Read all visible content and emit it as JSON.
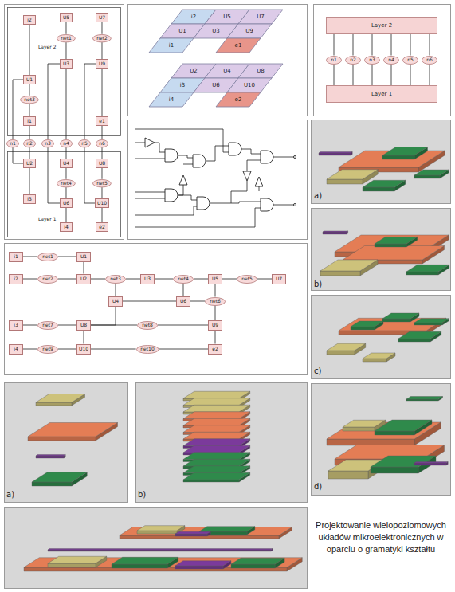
{
  "diagram": {
    "caption": "Projektowanie wielopoziomowych układów mikroelektronicznych w oparciu o gramatyki kształtu",
    "nodes": [
      {
        "text": [
          "i2"
        ]
      },
      {
        "text": [
          "U5"
        ]
      },
      {
        "text": [
          "U7"
        ]
      },
      {
        "text": [
          "net1"
        ]
      },
      {
        "text": [
          "net2"
        ]
      },
      {
        "text": [
          "U1"
        ]
      },
      {
        "text": [
          "U3"
        ]
      },
      {
        "text": [
          "U9"
        ]
      },
      {
        "text": [
          "net3"
        ]
      },
      {
        "text": [
          "i1"
        ]
      },
      {
        "text": [
          "e1"
        ]
      },
      {
        "text": [
          "n1"
        ]
      },
      {
        "text": [
          "n2"
        ]
      },
      {
        "text": [
          "n3"
        ]
      },
      {
        "text": [
          "n4"
        ]
      },
      {
        "text": [
          "n5"
        ]
      },
      {
        "text": [
          "n6"
        ]
      },
      {
        "text": [
          "U2"
        ]
      },
      {
        "text": [
          "U4"
        ]
      },
      {
        "text": [
          "U8"
        ]
      },
      {
        "text": [
          "net4"
        ]
      },
      {
        "text": [
          "net5"
        ]
      },
      {
        "text": [
          "i3"
        ]
      },
      {
        "text": [
          "U6"
        ]
      },
      {
        "text": [
          "U10"
        ]
      },
      {
        "text": [
          "i4"
        ]
      },
      {
        "text": [
          "e2"
        ]
      },
      {
        "text": [
          "i2"
        ]
      },
      {
        "text": [
          "U5"
        ]
      },
      {
        "text": [
          "U7"
        ]
      },
      {
        "text": [
          "U1"
        ]
      },
      {
        "text": [
          "U3"
        ]
      },
      {
        "text": [
          "U9"
        ]
      },
      {
        "text": [
          "i1"
        ]
      },
      {
        "text": [
          "e1"
        ]
      },
      {
        "text": [
          "U2"
        ]
      },
      {
        "text": [
          "U4"
        ]
      },
      {
        "text": [
          "U8"
        ]
      },
      {
        "text": [
          "i3"
        ]
      },
      {
        "text": [
          "U6"
        ]
      },
      {
        "text": [
          "U10"
        ]
      },
      {
        "text": [
          "i4"
        ]
      },
      {
        "text": [
          "e2"
        ]
      },
      {
        "text": [
          "Layer 2"
        ]
      },
      {
        "text": [
          "n1"
        ]
      },
      {
        "text": [
          "n2"
        ]
      },
      {
        "text": [
          "n3"
        ]
      },
      {
        "text": [
          "n4"
        ]
      },
      {
        "text": [
          "n5"
        ]
      },
      {
        "text": [
          "n6"
        ]
      },
      {
        "text": [
          "Layer 1"
        ]
      },
      {
        "text": [
          "i1"
        ]
      },
      {
        "text": [
          "net1"
        ]
      },
      {
        "text": [
          "U1"
        ]
      },
      {
        "text": [
          "i2"
        ]
      },
      {
        "text": [
          "net2"
        ]
      },
      {
        "text": [
          "U2"
        ]
      },
      {
        "text": [
          "net3"
        ]
      },
      {
        "text": [
          "U3"
        ]
      },
      {
        "text": [
          "net4"
        ]
      },
      {
        "text": [
          "U5"
        ]
      },
      {
        "text": [
          "net5"
        ]
      },
      {
        "text": [
          "U7"
        ]
      },
      {
        "text": [
          "U4"
        ]
      },
      {
        "text": [
          "U6"
        ]
      },
      {
        "text": [
          "net6"
        ]
      },
      {
        "text": [
          "i3"
        ]
      },
      {
        "text": [
          "net7"
        ]
      },
      {
        "text": [
          "U8"
        ]
      },
      {
        "text": [
          "net8"
        ]
      },
      {
        "text": [
          "U9"
        ]
      },
      {
        "text": [
          "i4"
        ]
      },
      {
        "text": [
          "net9"
        ]
      },
      {
        "text": [
          "U10"
        ]
      },
      {
        "text": [
          "net10"
        ]
      },
      {
        "text": [
          "e2"
        ]
      }
    ],
    "edges": [
      {
        "from": 1,
        "to": 3,
        "arrow": "none"
      },
      {
        "from": 3,
        "to": 6,
        "arrow": "none"
      },
      {
        "from": 2,
        "to": 4,
        "arrow": "none"
      },
      {
        "from": 4,
        "to": 7,
        "arrow": "none"
      },
      {
        "from": 0,
        "to": 5,
        "arrow": "none"
      },
      {
        "from": 5,
        "to": 8,
        "arrow": "none"
      },
      {
        "from": 8,
        "to": 9,
        "arrow": "none"
      },
      {
        "from": 7,
        "to": 10,
        "arrow": "none"
      },
      {
        "from": 10,
        "to": 16,
        "arrow": "none"
      },
      {
        "from": 9,
        "to": 12,
        "arrow": "none"
      },
      {
        "from": 6,
        "to": 14,
        "arrow": "none"
      },
      {
        "from": 11,
        "to": 5,
        "arrow": "none"
      },
      {
        "from": 11,
        "to": 17,
        "arrow": "none"
      },
      {
        "from": 13,
        "to": 6,
        "arrow": "none"
      },
      {
        "from": 13,
        "to": 23,
        "arrow": "none"
      },
      {
        "from": 15,
        "to": 7,
        "arrow": "none"
      },
      {
        "from": 15,
        "to": 24,
        "arrow": "none"
      },
      {
        "from": 12,
        "to": 17,
        "arrow": "none"
      },
      {
        "from": 14,
        "to": 18,
        "arrow": "none"
      },
      {
        "from": 16,
        "to": 19,
        "arrow": "none"
      },
      {
        "from": 18,
        "to": 20,
        "arrow": "none"
      },
      {
        "from": 20,
        "to": 23,
        "arrow": "none"
      },
      {
        "from": 23,
        "to": 25,
        "arrow": "none"
      },
      {
        "from": 19,
        "to": 21,
        "arrow": "none"
      },
      {
        "from": 21,
        "to": 24,
        "arrow": "none"
      },
      {
        "from": 24,
        "to": 26,
        "arrow": "none"
      },
      {
        "from": 17,
        "to": 22,
        "arrow": "none"
      },
      {
        "from": 44,
        "to": 43,
        "arrow": "none"
      },
      {
        "from": 44,
        "to": 50,
        "arrow": "none"
      },
      {
        "from": 45,
        "to": 43,
        "arrow": "none"
      },
      {
        "from": 45,
        "to": 50,
        "arrow": "none"
      },
      {
        "from": 46,
        "to": 43,
        "arrow": "none"
      },
      {
        "from": 46,
        "to": 50,
        "arrow": "none"
      },
      {
        "from": 47,
        "to": 43,
        "arrow": "none"
      },
      {
        "from": 47,
        "to": 50,
        "arrow": "none"
      },
      {
        "from": 48,
        "to": 43,
        "arrow": "none"
      },
      {
        "from": 48,
        "to": 50,
        "arrow": "none"
      },
      {
        "from": 49,
        "to": 43,
        "arrow": "none"
      },
      {
        "from": 49,
        "to": 50,
        "arrow": "none"
      },
      {
        "from": 51,
        "to": 52,
        "arrow": "none"
      },
      {
        "from": 52,
        "to": 53,
        "arrow": "none"
      },
      {
        "from": 53,
        "to": 56,
        "arrow": "none"
      },
      {
        "from": 54,
        "to": 55,
        "arrow": "none"
      },
      {
        "from": 55,
        "to": 56,
        "arrow": "none"
      },
      {
        "from": 56,
        "to": 57,
        "arrow": "none"
      },
      {
        "from": 57,
        "to": 58,
        "arrow": "none"
      },
      {
        "from": 58,
        "to": 59,
        "arrow": "none"
      },
      {
        "from": 59,
        "to": 60,
        "arrow": "none"
      },
      {
        "from": 60,
        "to": 61,
        "arrow": "none"
      },
      {
        "from": 61,
        "to": 62,
        "arrow": "none"
      },
      {
        "from": 57,
        "to": 63,
        "arrow": "none"
      },
      {
        "from": 63,
        "to": 64,
        "arrow": "none"
      },
      {
        "from": 64,
        "to": 59,
        "arrow": "none"
      },
      {
        "from": 64,
        "to": 65,
        "arrow": "none"
      },
      {
        "from": 65,
        "to": 60,
        "arrow": "none"
      },
      {
        "from": 65,
        "to": 70,
        "arrow": "none"
      },
      {
        "from": 66,
        "to": 67,
        "arrow": "none"
      },
      {
        "from": 67,
        "to": 68,
        "arrow": "none"
      },
      {
        "from": 68,
        "to": 69,
        "arrow": "none"
      },
      {
        "from": 69,
        "to": 70,
        "arrow": "none"
      },
      {
        "from": 71,
        "to": 72,
        "arrow": "none"
      },
      {
        "from": 72,
        "to": 73,
        "arrow": "none"
      },
      {
        "from": 73,
        "to": 74,
        "arrow": "none"
      },
      {
        "from": 74,
        "to": 75,
        "arrow": "none"
      },
      {
        "from": 68,
        "to": 73,
        "arrow": "none"
      },
      {
        "from": 70,
        "to": 75,
        "arrow": "none"
      },
      {
        "from": 63,
        "to": 68,
        "arrow": "none"
      }
    ],
    "labels": [
      "Layer 2",
      "Layer 1",
      "a)",
      "b)",
      "c)",
      "d)",
      "a)",
      "b)"
    ]
  }
}
